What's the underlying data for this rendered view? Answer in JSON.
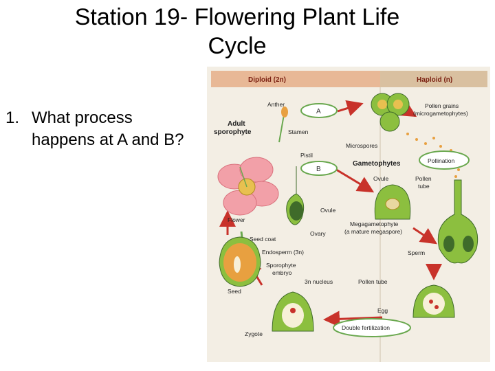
{
  "title": {
    "line1": "Station 19- Flowering Plant Life",
    "line2": "Cycle"
  },
  "question": {
    "number": "1.",
    "line1": "What process",
    "line2": "happens at A and B?"
  },
  "diagram": {
    "header_left": "Diploid (2n)",
    "header_right": "Haploid (n)",
    "markers": {
      "a": "A",
      "b": "B"
    },
    "labels": {
      "anther": "Anther",
      "adult_sporophyte_1": "Adult",
      "adult_sporophyte_2": "sporophyte",
      "stamen": "Stamen",
      "pistil": "Pistil",
      "flower": "Flower",
      "ovule_left": "Ovule",
      "ovary": "Ovary",
      "seed_coat": "Seed coat",
      "endosperm": "Endosperm (3n)",
      "sporophyte_embryo_1": "Sporophyte",
      "sporophyte_embryo_2": "embryo",
      "seed": "Seed",
      "n3_nucleus": "3n nucleus",
      "zygote": "Zygote",
      "pollen_grains_1": "Pollen grains",
      "pollen_grains_2": "(microgametophytes)",
      "microspores": "Microspores",
      "gametophytes": "Gametophytes",
      "pollination": "Pollination",
      "ovule_right": "Ovule",
      "pollen_tube_1": "Pollen",
      "pollen_tube_2": "tube",
      "megagametophyte_1": "Megagametophyte",
      "megagametophyte_2": "(a mature megaspore)",
      "sperm": "Sperm",
      "pollen_tube_bottom": "Pollen tube",
      "egg": "Egg",
      "double_fertilization": "Double fertilization"
    },
    "colors": {
      "header_left": "#e8b896",
      "header_right": "#d9c0a0",
      "arrow": "#c8322a",
      "plant_green": "#8cbf3f",
      "dark_green": "#3f6b2a",
      "petal_pink": "#f2a0a8",
      "seed_orange": "#e8a040"
    }
  }
}
